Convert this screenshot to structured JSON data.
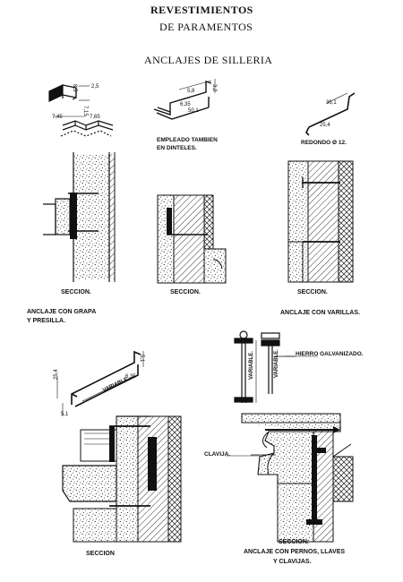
{
  "title": {
    "line1": "REVESTIMIENTOS",
    "line2": "DE PARAMENTOS",
    "subtitle": "ANCLAJES DE SILLERIA"
  },
  "dims": {
    "a1": "8,5",
    "a2": "2,5",
    "a3": "7,15",
    "a4": "7,45",
    "a5": "7,65",
    "b1": "5,8",
    "b2": "6,35",
    "b3": "50,1",
    "b4": "3,2",
    "c1": "36,1",
    "c2": "25,4",
    "d1": "25,4",
    "d2": "6,35",
    "d3": "5,1",
    "d4": "5,1"
  },
  "notes": {
    "empleado_line1": "EMPLEADO TAMBIEN",
    "empleado_line2": "EN DINTELES.",
    "redondo": "REDONDO Ø 12.",
    "variable1": "VARIABLE.",
    "variable2": "VARIABLE.",
    "variable3": "VARIABLE.",
    "hierro": "HIERRO GALVANIZADO.",
    "clavija": "CLAVIJA."
  },
  "captions": {
    "seccion1": "SECCION.",
    "seccion2": "SECCION.",
    "seccion3": "SECCION.",
    "seccion4": "SECCION",
    "seccion5": "SECCION.",
    "anclaje1_line1": "ANCLAJE CON GRAPA",
    "anclaje1_line2": "Y PRESILLA.",
    "anclaje2": "ANCLAJE CON VARILLAS.",
    "anclaje3_line1": "ANCLAJE CON PERNOS, LLAVES",
    "anclaje3_line2": "Y CLAVIJAS."
  }
}
